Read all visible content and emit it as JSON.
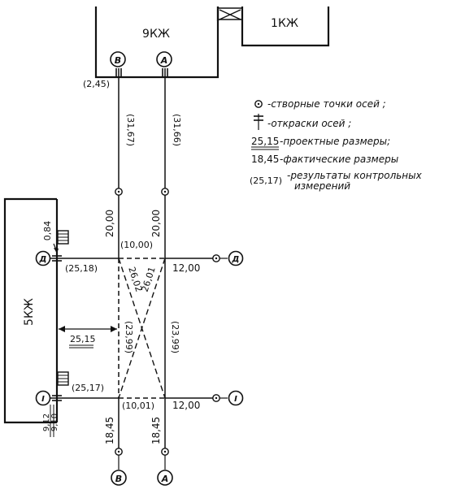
{
  "buildings": {
    "b9": "9КЖ",
    "b1": "1КЖ",
    "b5": "5КЖ"
  },
  "axes": {
    "B": "В",
    "A": "А",
    "D": "Д",
    "I": "I"
  },
  "dims": {
    "ref_245": "(2,45)",
    "ctrl_3167": "(31,67)",
    "ctrl_3166": "(31,66)",
    "d_2000_left": "20,00",
    "d_2000_right": "20,00",
    "d_084": "0,84",
    "ctrl_1000": "(10,00)",
    "ctrl_2518": "(25,18)",
    "d_2602": "26,02",
    "d_2601": "26,01",
    "d_1200_top": "12,00",
    "design_2515": "25,15",
    "ctrl_2399": "(23,99)",
    "ctrl_2399b": "(23,99)",
    "ctrl_2517": "(25,17)",
    "ctrl_1001": "(10,01)",
    "d_1200_bot": "12,00",
    "d_912": "9,12",
    "d_910": "9,10",
    "d_1845_left": "18,45",
    "d_1845_right": "18,45"
  },
  "legend": {
    "l1": "-створные точки осей ;",
    "l2": "-откраски осей ;",
    "l3_num": "25,15",
    "l3_text": "-проектные размеры;",
    "l4_num": "18,45",
    "l4_text": "-фактические размеры",
    "l5_num": "(25,17)",
    "l5_text_a": "-результаты контрольных",
    "l5_text_b": "измерений"
  }
}
